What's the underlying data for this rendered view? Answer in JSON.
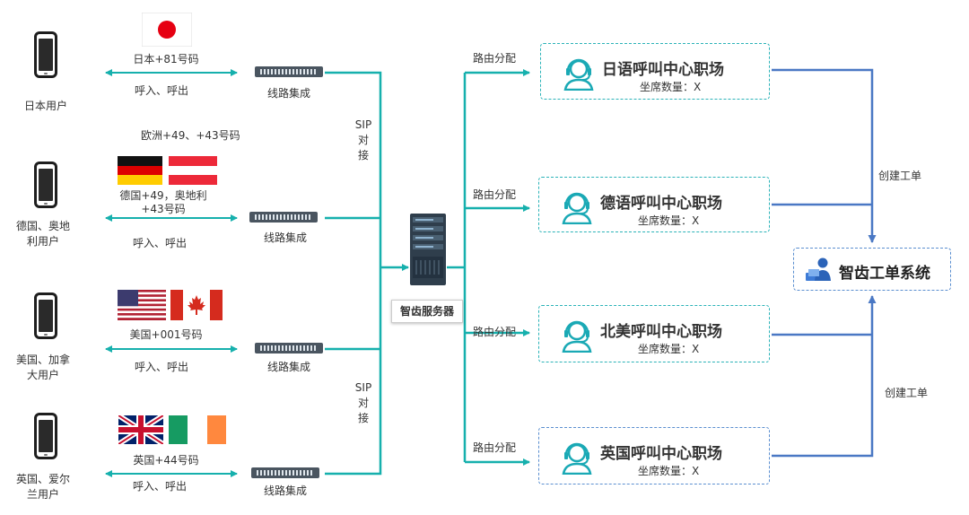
{
  "users": [
    {
      "label": "日本用户"
    },
    {
      "label": "德国、奥地利用户"
    },
    {
      "label": "美国、加拿大用户"
    },
    {
      "label": "英国、爱尔兰用户"
    }
  ],
  "numbers": {
    "japan": "日本+81号码",
    "europe_header": "欧洲+49、+43号码",
    "germany_austria_line1": "德国+49，奥地利",
    "germany_austria_line2": "+43号码",
    "us_canada": "美国+001号码",
    "uk": "英国+44号码"
  },
  "call_label": "呼入、呼出",
  "trunk_label": "线路集成",
  "sip_label": {
    "l1": "SIP",
    "l2": "对",
    "l3": "接"
  },
  "server_label": "智齿服务器",
  "routing_label": "路由分配",
  "call_centers": [
    {
      "title": "日语呼叫中心职场",
      "seats": "坐席数量：X"
    },
    {
      "title": "德语呼叫中心职场",
      "seats": "坐席数量：X"
    },
    {
      "title": "北美呼叫中心职场",
      "seats": "坐席数量：X"
    },
    {
      "title": "英国呼叫中心职场",
      "seats": "坐席数量：X"
    }
  ],
  "create_ticket_label": "创建工单",
  "ticket_system_label": "智齿工单系统",
  "colors": {
    "teal": "#16b0ad",
    "blue": "#4a78c4",
    "dashed_teal": "#2bb3b8",
    "dashed_blue": "#5b8fd0"
  },
  "icons": [
    "phone-icon",
    "router-icon",
    "server-icon",
    "headset-agent-icon",
    "ticket-system-icon",
    "flag-japan-icon",
    "flag-germany-icon",
    "flag-austria-icon",
    "flag-usa-icon",
    "flag-canada-icon",
    "flag-uk-icon",
    "flag-ireland-icon"
  ]
}
